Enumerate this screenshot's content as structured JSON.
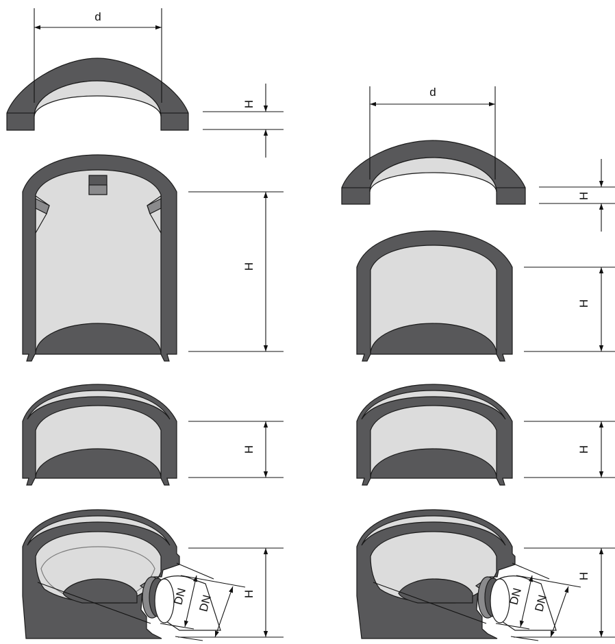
{
  "labels": {
    "diameter": "d",
    "height": "H",
    "nominal_diameter": "DN"
  }
}
